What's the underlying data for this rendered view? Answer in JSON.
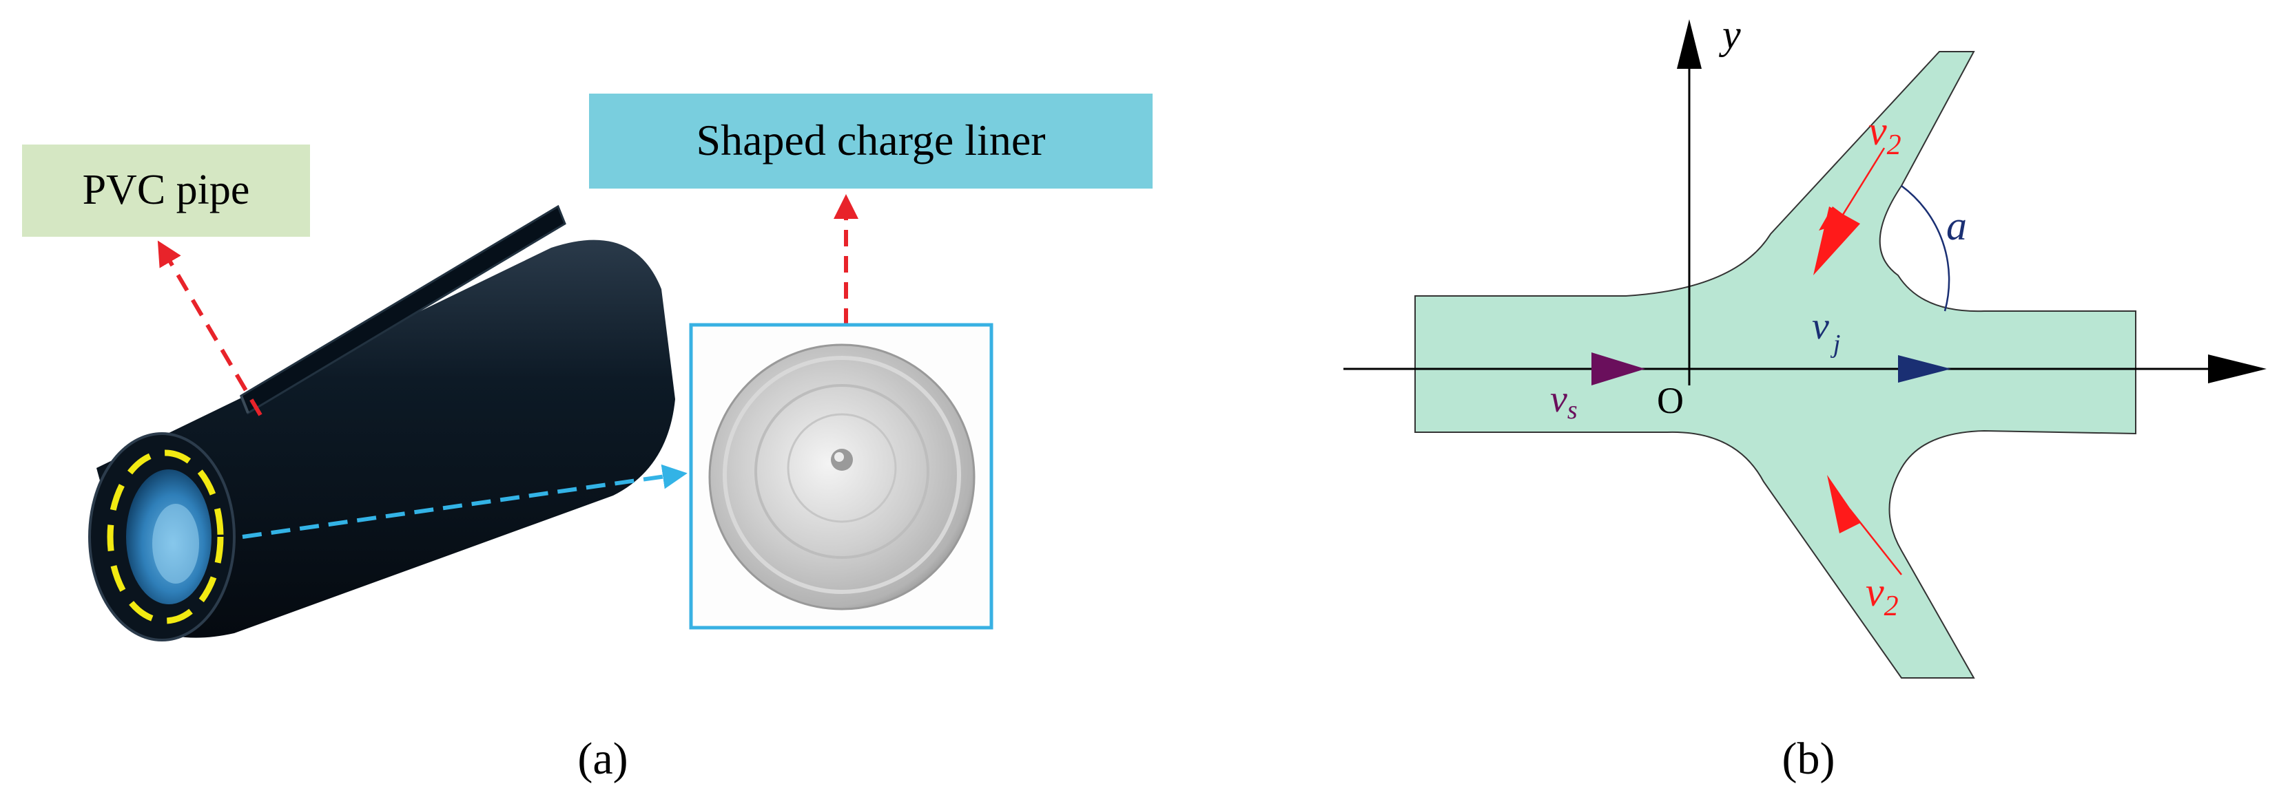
{
  "panel_a": {
    "pvc_label": "PVC pipe",
    "liner_label": "Shaped charge liner",
    "caption": "(a)",
    "colors": {
      "pvc_label_bg": "#d5e7c3",
      "liner_label_bg": "#79cede",
      "red_arrow": "#e8232a",
      "blue_arrow": "#33b3e6",
      "yellow_ring": "#f2ea12",
      "pipe_body": "#0b1520",
      "liner_frame": "#38b1e3"
    }
  },
  "panel_b": {
    "y_axis_label": "y",
    "origin_label": "O",
    "v2_top": {
      "v": "v",
      "sub": "2"
    },
    "v2_bottom": {
      "v": "v",
      "sub": "2"
    },
    "vj": {
      "v": "v",
      "sub": "j"
    },
    "vs": {
      "v": "v",
      "sub": "s"
    },
    "angle_label": "a",
    "caption": "(b)",
    "colors": {
      "fluid_fill": "#b9e6d3",
      "axis": "#000000",
      "v2_arrow": "#ff1a1a",
      "vj_arrow": "#1a2f73",
      "vs_arrow": "#6a0f5c",
      "angle_arc": "#1a2f73"
    }
  }
}
